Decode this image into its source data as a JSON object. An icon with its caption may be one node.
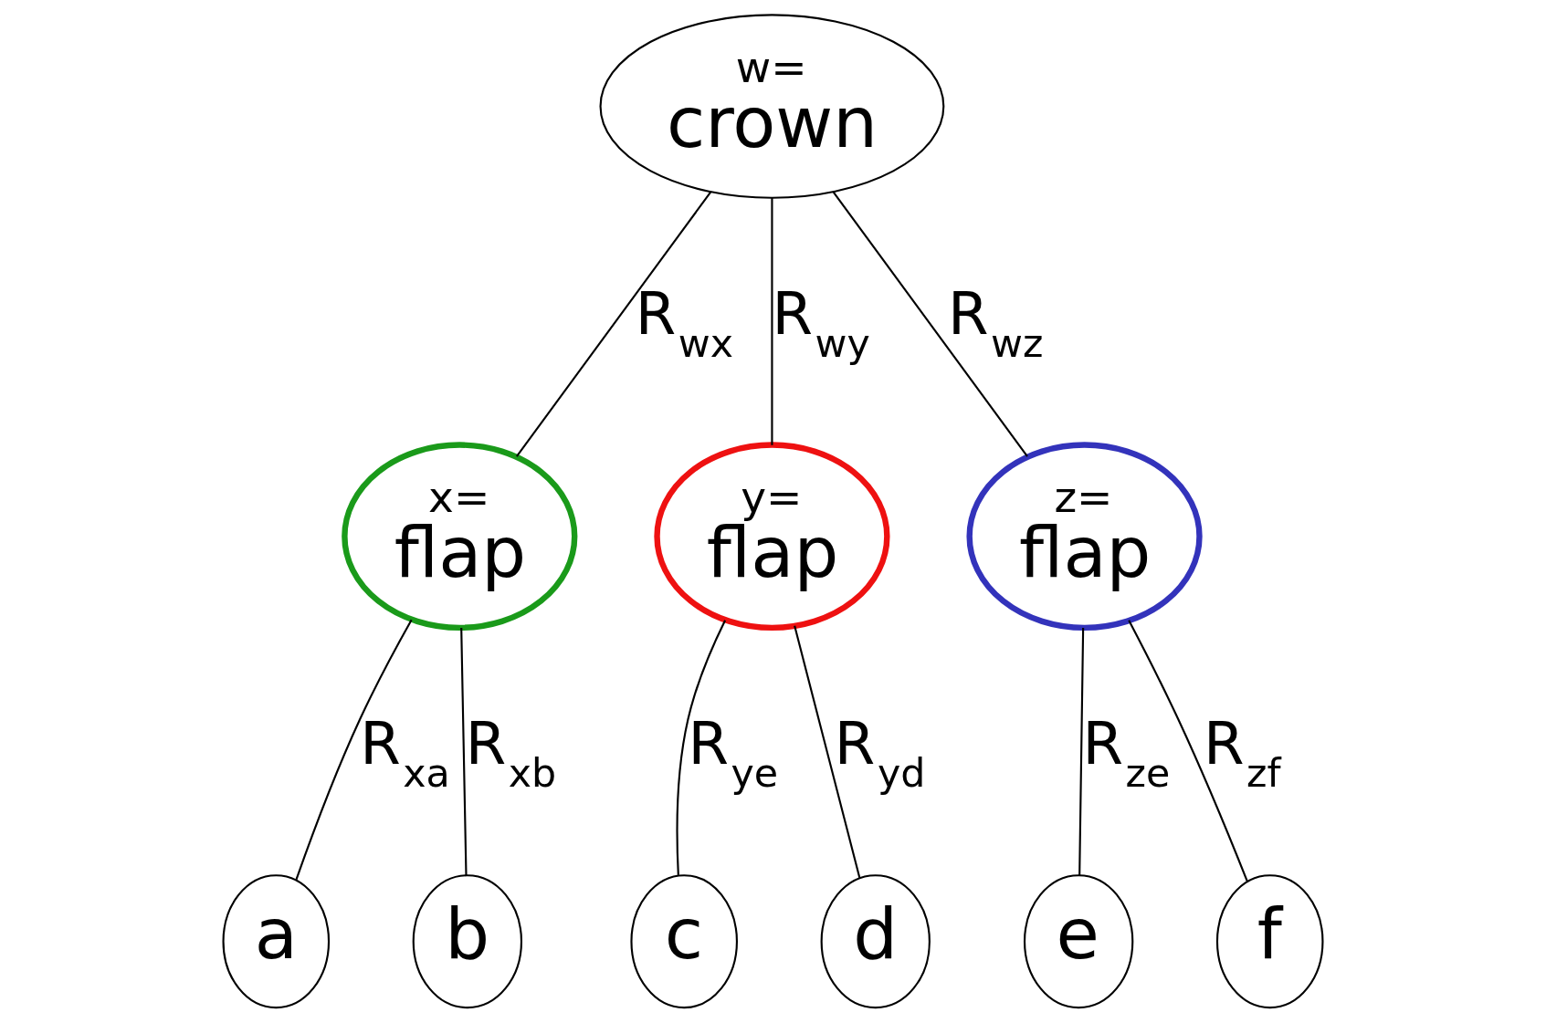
{
  "diagram": {
    "nodes": [
      {
        "text": [
          "w=",
          "crown"
        ]
      },
      {
        "text": [
          "x=",
          "flap"
        ]
      },
      {
        "text": [
          "y=",
          "flap"
        ]
      },
      {
        "text": [
          "z=",
          "flap"
        ]
      },
      {
        "text": [
          "a"
        ]
      },
      {
        "text": [
          "b"
        ]
      },
      {
        "text": [
          "c"
        ]
      },
      {
        "text": [
          "d"
        ]
      },
      {
        "text": [
          "e"
        ]
      },
      {
        "text": [
          "f"
        ]
      }
    ],
    "edges": [
      {
        "from": 0,
        "to": 1,
        "arrow": "none",
        "label": "R$_{wx}$"
      },
      {
        "from": 0,
        "to": 2,
        "arrow": "none",
        "label": "R$_{wy}$"
      },
      {
        "from": 0,
        "to": 3,
        "arrow": "none",
        "label": "R$_{wz}$"
      },
      {
        "from": 1,
        "to": 4,
        "arrow": "none",
        "label": "R$_{xa}$"
      },
      {
        "from": 1,
        "to": 5,
        "arrow": "none",
        "label": "R$_{xb}$"
      },
      {
        "from": 2,
        "to": 6,
        "arrow": "none",
        "label": "R$_{ye}$"
      },
      {
        "from": 2,
        "to": 7,
        "arrow": "none",
        "label": "R$_{yd}$"
      },
      {
        "from": 3,
        "to": 8,
        "arrow": "none",
        "label": "R$_{ze}$"
      },
      {
        "from": 3,
        "to": 9,
        "arrow": "none",
        "label": "R$_{zf}$"
      }
    ]
  }
}
